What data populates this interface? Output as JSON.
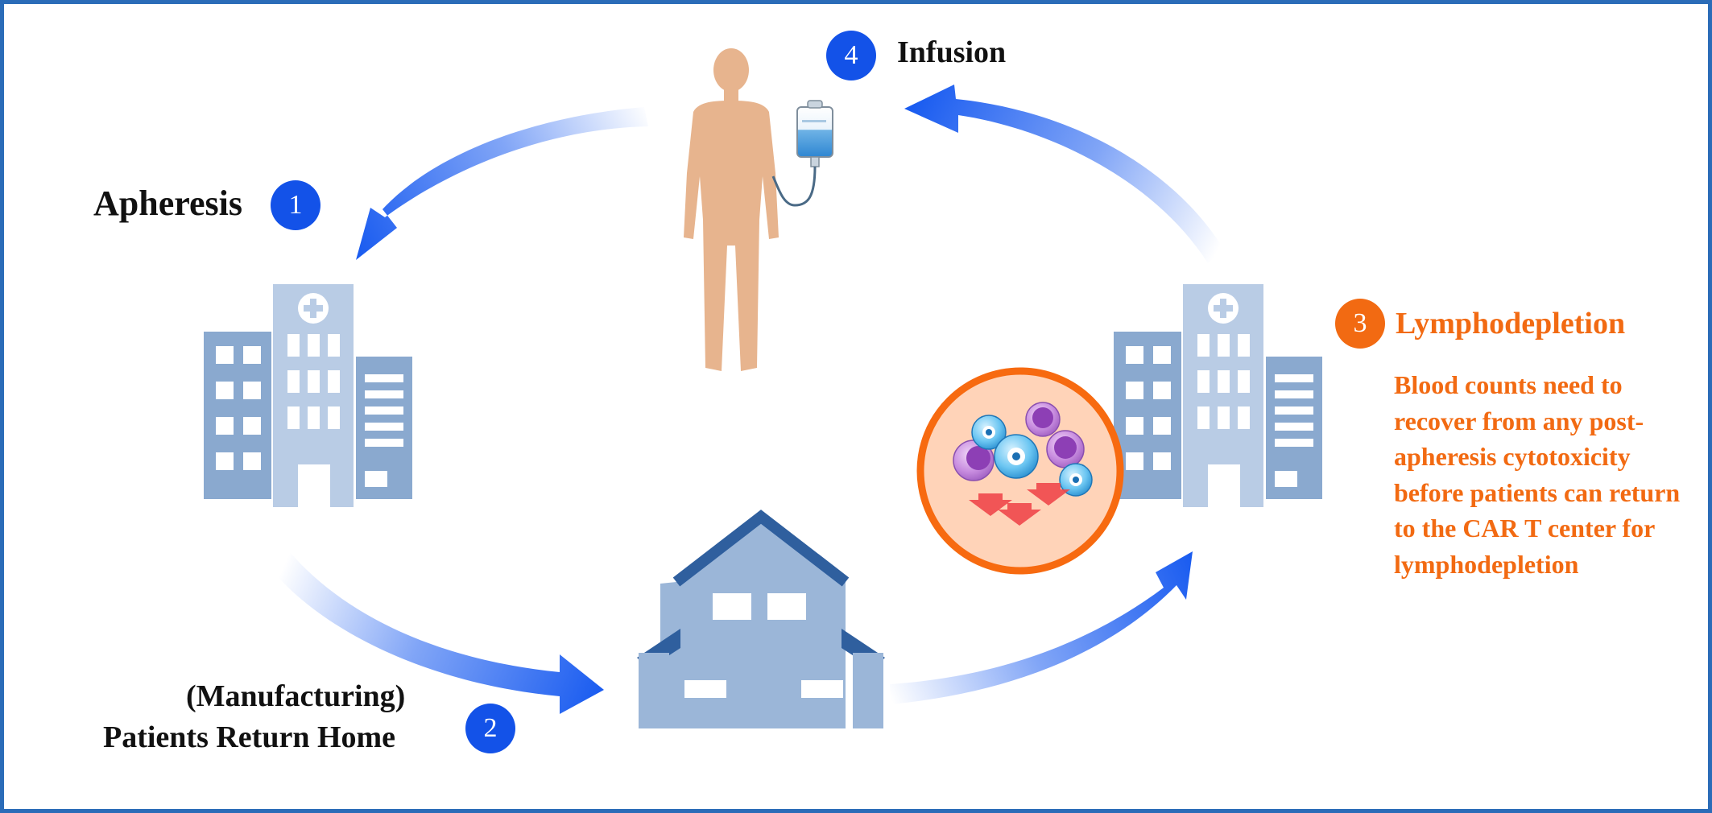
{
  "steps": [
    {
      "number": "1",
      "label": "Apheresis"
    },
    {
      "number": "2",
      "label_line1": "(Manufacturing)",
      "label_line2": "Patients Return Home"
    },
    {
      "number": "3",
      "label": "Lymphodepletion",
      "description": "Blood counts need to recover from any post-apheresis cytotoxicity before patients can return to the CAR T center for lymphodepletion"
    },
    {
      "number": "4",
      "label": "Infusion"
    }
  ],
  "colors": {
    "frame": "#2b6cb8",
    "step_badge_blue": "#1352e8",
    "step_badge_orange": "#f26a12",
    "arrow_blue": "#1a5cf0",
    "building": "#8aa9cf",
    "building_light": "#b9cce5",
    "human": "#e7b48e",
    "cells_circle_fill": "#ffd3b8",
    "cells_circle_border": "#f76a10"
  },
  "icons": [
    "person-icon",
    "iv-bag-icon",
    "hospital-left-icon",
    "hospital-right-icon",
    "house-icon",
    "cells-icon",
    "cycle-arrow-icon"
  ]
}
